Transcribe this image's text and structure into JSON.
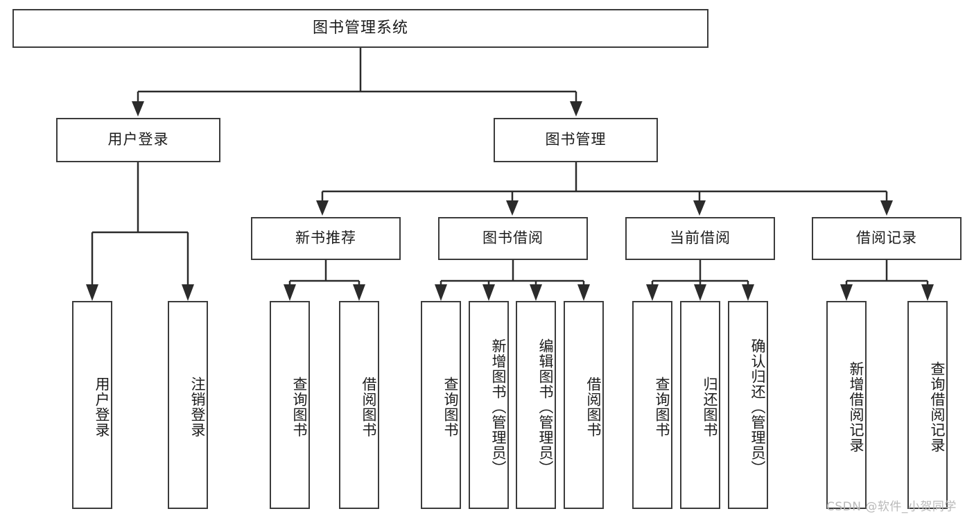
{
  "diagram": {
    "title": "图书管理系统",
    "type": "functional-structure-tree",
    "root": {
      "label": "图书管理系统"
    },
    "level2": [
      {
        "label": "用户登录"
      },
      {
        "label": "图书管理"
      }
    ],
    "level3": [
      {
        "label": "新书推荐"
      },
      {
        "label": "图书借阅"
      },
      {
        "label": "当前借阅"
      },
      {
        "label": "借阅记录"
      }
    ],
    "leaves": {
      "user_login": [
        {
          "label": "用户登录"
        },
        {
          "label": "注销登录"
        }
      ],
      "new_book_recommend": [
        {
          "label": "查询图书"
        },
        {
          "label": "借阅图书"
        }
      ],
      "book_borrow": [
        {
          "label": "查询图书"
        },
        {
          "label": "新增图书（管理员）"
        },
        {
          "label": "编辑图书（管理员）"
        },
        {
          "label": "借阅图书"
        }
      ],
      "current_borrow": [
        {
          "label": "查询图书"
        },
        {
          "label": "归还图书"
        },
        {
          "label": "确认归还（管理员）"
        }
      ],
      "borrow_record": [
        {
          "label": "新增借阅记录"
        },
        {
          "label": "查询借阅记录"
        }
      ]
    }
  },
  "watermark": {
    "text": "CSDN @软件_小贺同学"
  },
  "colors": {
    "box_border": "#3b3b3b",
    "box_fill": "#ffffff",
    "edge": "#2b2b2b",
    "text": "#1b1b1b",
    "watermark": "#b9b9b9"
  }
}
